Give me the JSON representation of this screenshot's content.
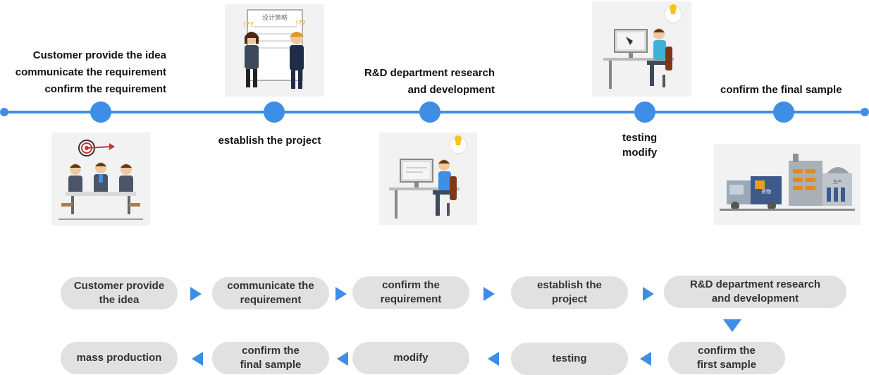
{
  "timeline": {
    "steps": [
      {
        "lines": [
          "Customer provide the idea",
          "communicate the requirement",
          "confirm the requirement"
        ]
      },
      {
        "lines": [
          "establish the project"
        ]
      },
      {
        "lines": [
          "R&D department research",
          "and development"
        ]
      },
      {
        "lines": [
          "testing",
          "modify"
        ]
      },
      {
        "lines": [
          "confirm the final sample"
        ]
      }
    ],
    "illustrations": {
      "strategy_board_text": "设计策略",
      "factory_sign": "生产",
      "truck_sign": "货物"
    }
  },
  "flow": {
    "row1": [
      {
        "lines": [
          "Customer provide",
          "the idea"
        ]
      },
      {
        "lines": [
          "communicate the",
          "requirement"
        ]
      },
      {
        "lines": [
          "confirm the",
          "requirement"
        ]
      },
      {
        "lines": [
          "establish the",
          "project"
        ]
      },
      {
        "lines": [
          "R&D department research",
          "and development"
        ]
      }
    ],
    "row2": [
      {
        "lines": [
          "mass production"
        ]
      },
      {
        "lines": [
          "confirm the",
          "final sample"
        ]
      },
      {
        "lines": [
          "modify"
        ]
      },
      {
        "lines": [
          "testing"
        ]
      },
      {
        "lines": [
          "confirm the",
          "first sample"
        ]
      }
    ]
  },
  "colors": {
    "accent": "#3f8ee6",
    "pill": "#e1e1e1",
    "text": "#111111"
  }
}
